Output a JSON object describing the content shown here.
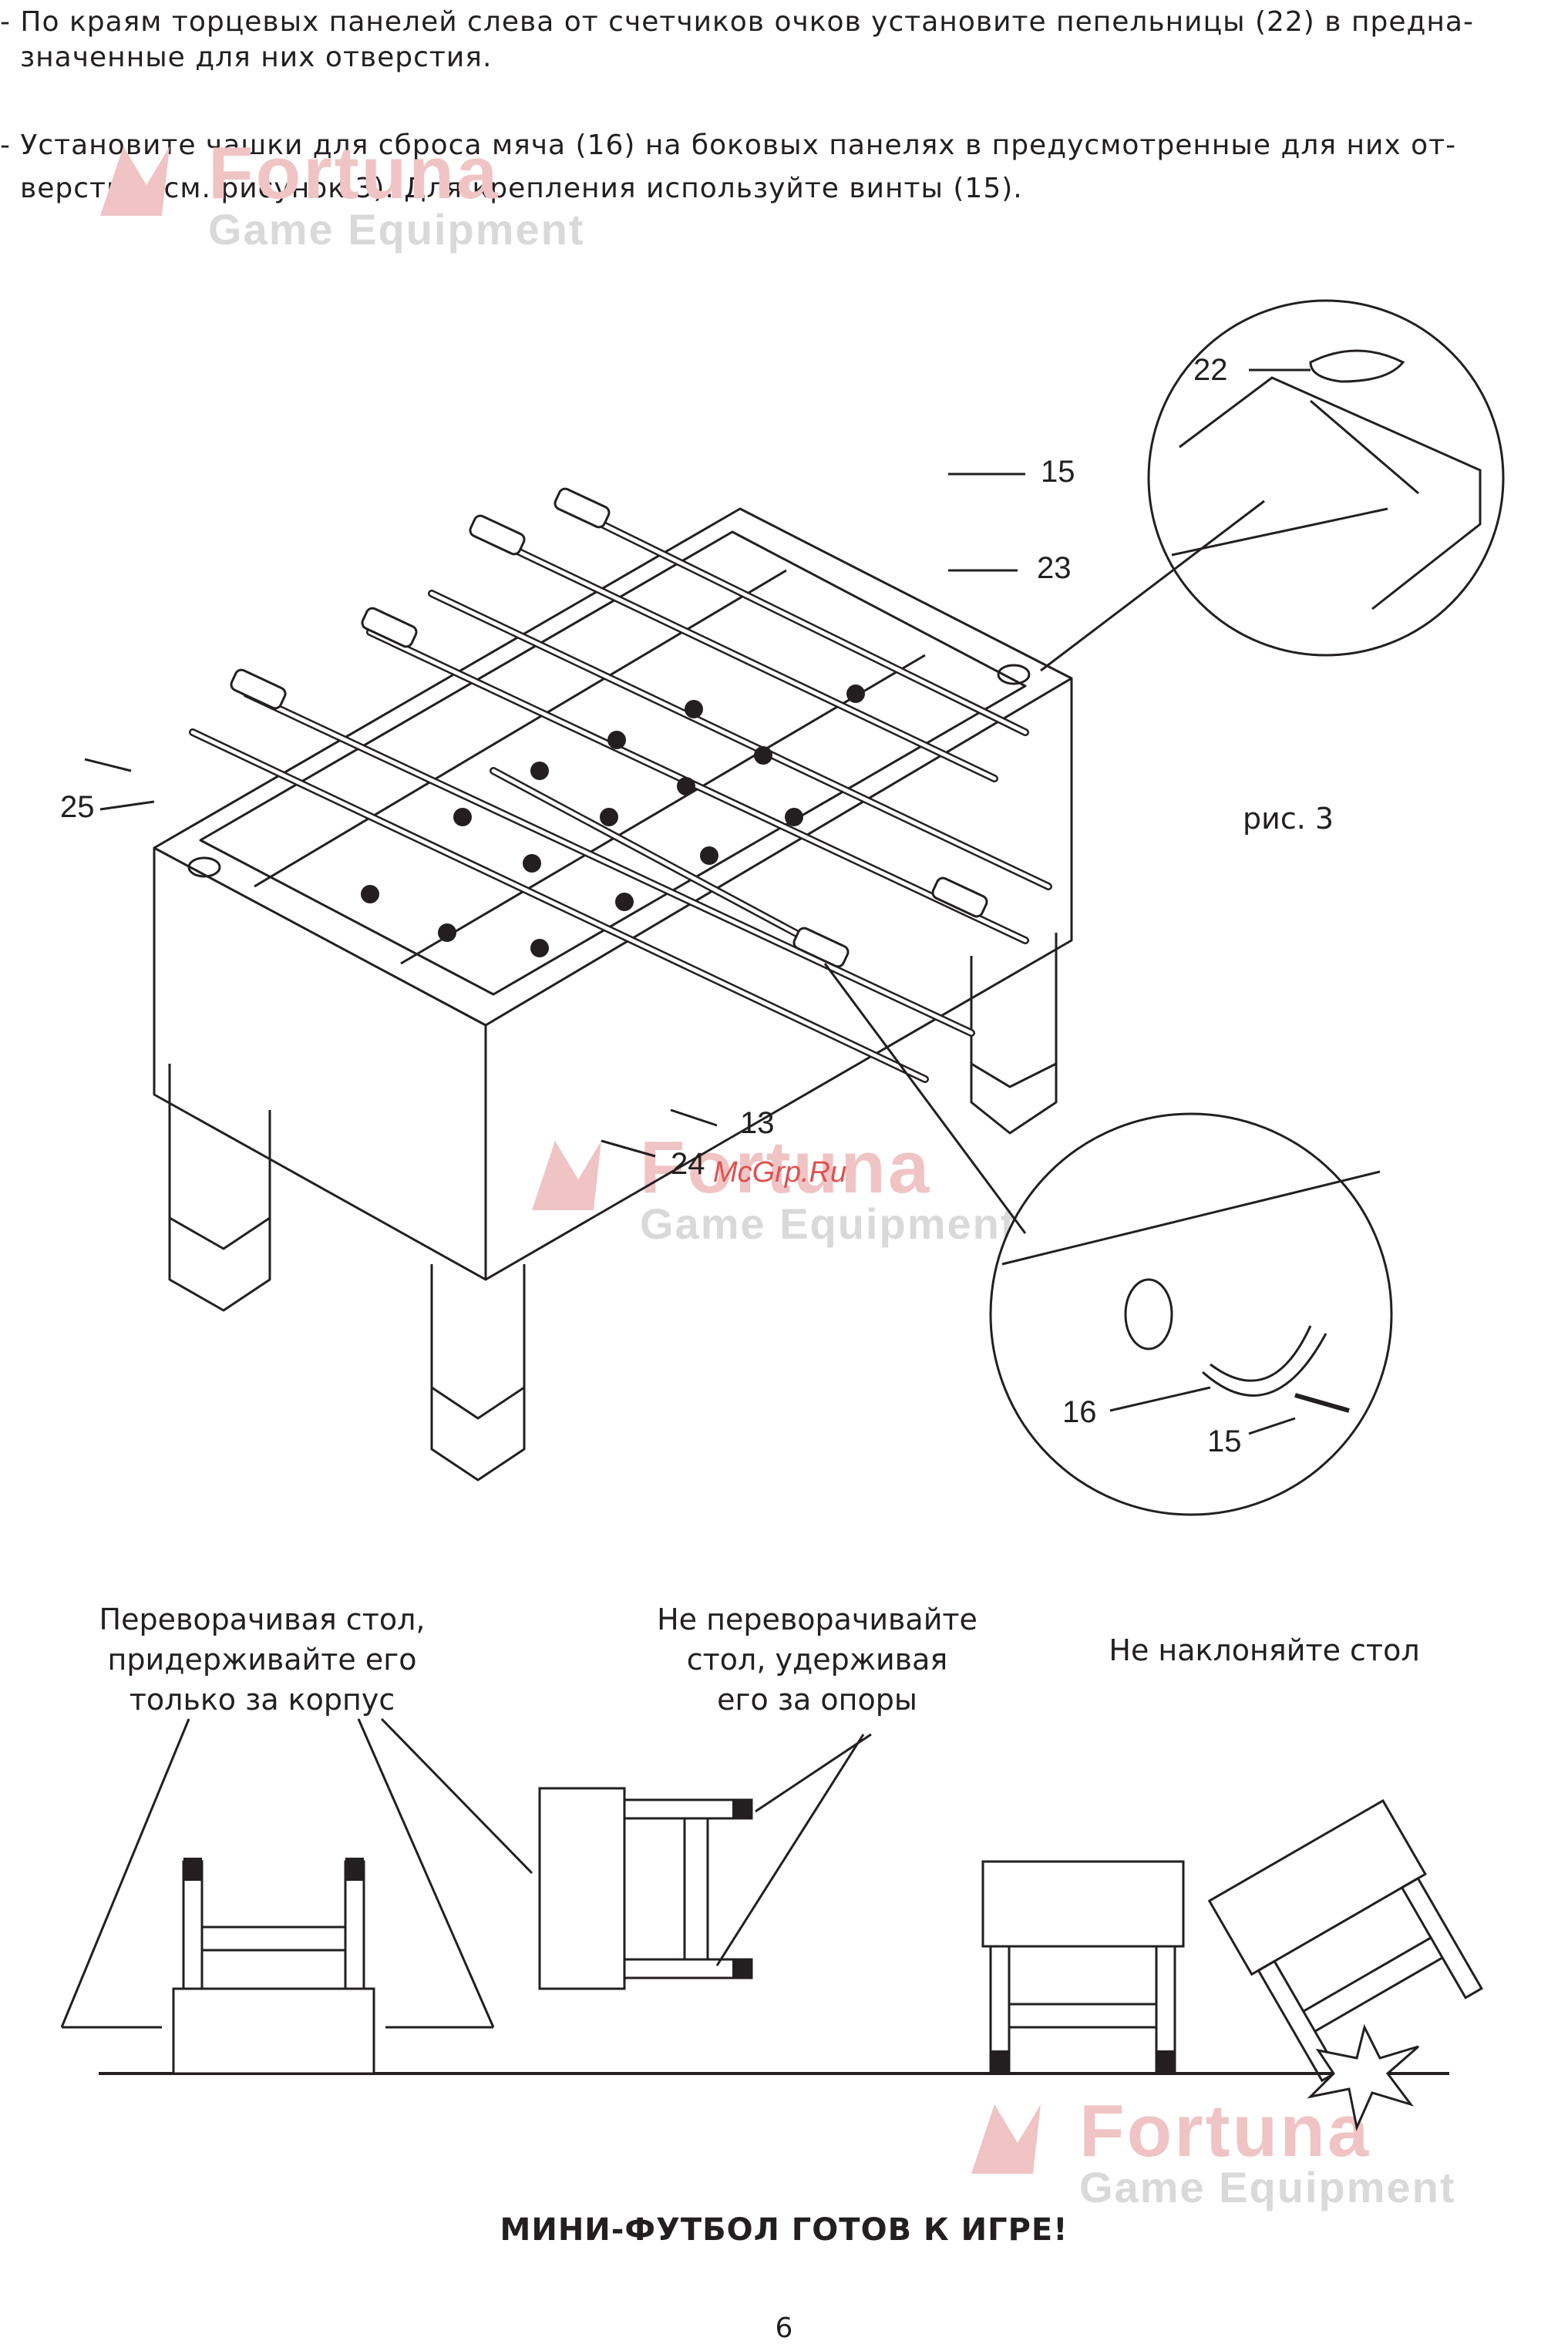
{
  "instructions": [
    "- По краям торцевых панелей слева от счетчиков очков установите пепельницы (22) в предна-",
    "значенные для них отверстия.",
    "- Установите чашки для сброса мяча (16) на боковых панелях в предусмотренные для них от-",
    "верстия (см. рисунок 3). Для крепления используйте винты (15)."
  ],
  "watermark": {
    "brand": "Fortuna",
    "tagline": "Game Equipment"
  },
  "figure": {
    "caption": "рис. 3",
    "callouts": {
      "c15": "15",
      "c23": "23",
      "c22": "22",
      "c25": "25",
      "c13": "13",
      "c24": "24",
      "c16": "16",
      "c15b": "15"
    },
    "site": "McGrp.Ru"
  },
  "safety": {
    "do_label": [
      "Переворачивая стол,",
      "придерживайте его",
      "только за корпус"
    ],
    "dont_label": [
      "Не переворачивайте",
      "стол, удерживая",
      "его за опоры"
    ],
    "tilt_label": "Не наклоняйте стол"
  },
  "final_message": "МИНИ-ФУТБОЛ ГОТОВ К ИГРЕ!",
  "page_number": "6"
}
